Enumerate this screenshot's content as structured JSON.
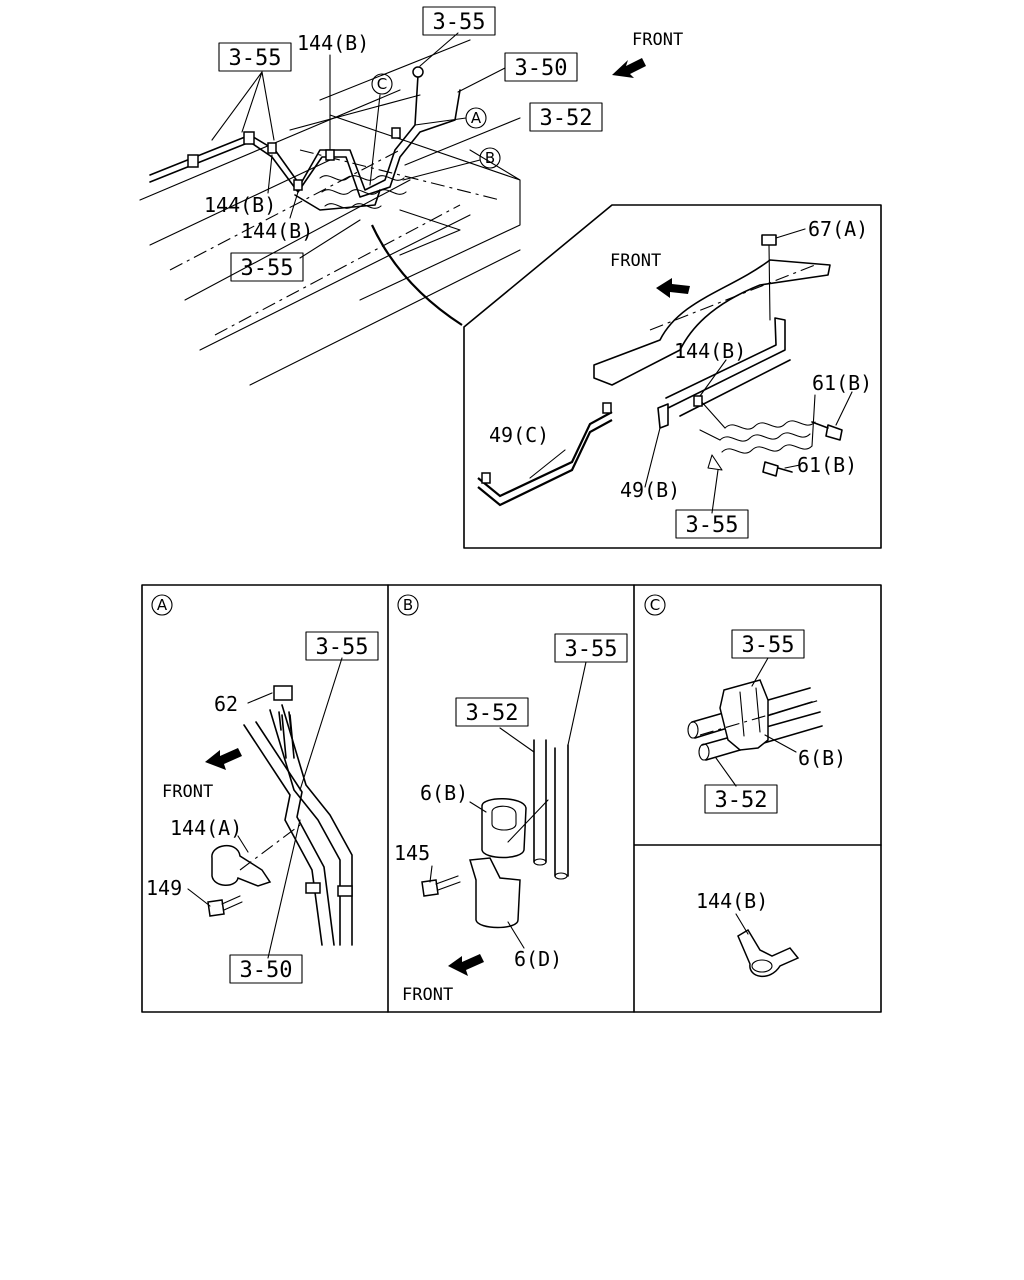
{
  "overview": {
    "front": "FRONT",
    "refs": [
      "3-55",
      "3-55",
      "3-50",
      "3-52",
      "3-55"
    ],
    "parts": [
      "144(B)",
      "144(B)",
      "144(B)"
    ],
    "markers": [
      "A",
      "B",
      "C"
    ]
  },
  "inset": {
    "front": "FRONT",
    "parts": [
      "67(A)",
      "144(B)",
      "61(B)",
      "61(B)",
      "49(C)",
      "49(B)"
    ],
    "ref": "3-55"
  },
  "detail_a": {
    "marker": "A",
    "front": "FRONT",
    "refs": [
      "3-55",
      "3-50"
    ],
    "parts": [
      "62",
      "144(A)",
      "149"
    ]
  },
  "detail_b": {
    "marker": "B",
    "front": "FRONT",
    "refs": [
      "3-55",
      "3-52"
    ],
    "parts": [
      "6(B)",
      "145",
      "6(D)"
    ]
  },
  "detail_c": {
    "marker": "C",
    "refs": [
      "3-55",
      "3-52"
    ],
    "parts": [
      "6(B)"
    ]
  },
  "detail_clip": {
    "parts": [
      "144(B)"
    ]
  }
}
